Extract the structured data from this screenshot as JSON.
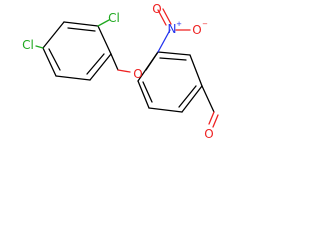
{
  "molecule": {
    "colors": {
      "bond": "#000000",
      "chlorine": "#1fa81f",
      "oxygen": "#ee2222",
      "nitrogen": "#2233ee"
    },
    "atoms": {
      "cl_top": "Cl",
      "cl_left": "Cl",
      "ether_o": "O",
      "nitro_n": "N",
      "nitro_n_charge": "+",
      "nitro_o_top": "O",
      "nitro_o_right": "O",
      "nitro_o_charge": "−",
      "aldehyde_o": "O"
    }
  }
}
